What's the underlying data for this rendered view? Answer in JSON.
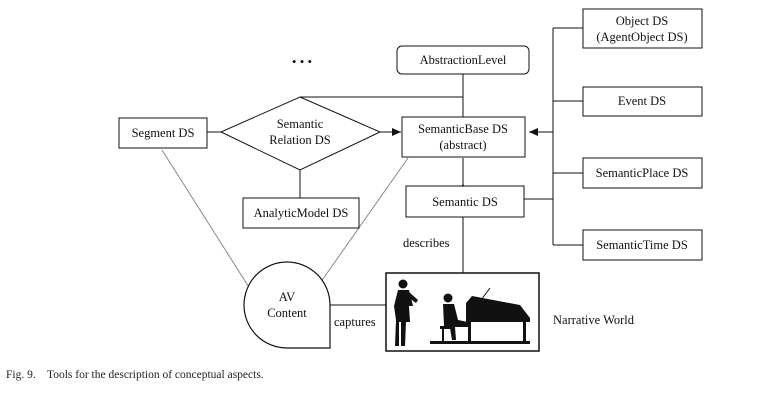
{
  "nodes": {
    "object_ds": [
      "Object DS",
      "(AgentObject DS)"
    ],
    "abstraction_level": "AbstractionLevel",
    "event_ds": "Event DS",
    "segment_ds": "Segment DS",
    "semantic_relation_ds": [
      "Semantic",
      "Relation DS"
    ],
    "semantic_base_ds": [
      "SemanticBase DS",
      "(abstract)"
    ],
    "semantic_place_ds": "SemanticPlace DS",
    "semantic_ds": "Semantic DS",
    "analytic_model_ds": "AnalyticModel DS",
    "semantic_time_ds": "SemanticTime DS",
    "av_content": [
      "AV",
      "Content"
    ]
  },
  "labels": {
    "ellipsis": "• • •",
    "describes": "describes",
    "captures": "captures",
    "narrative_world": "Narrative World"
  },
  "caption": "Fig. 9.    Tools for the description of conceptual aspects."
}
